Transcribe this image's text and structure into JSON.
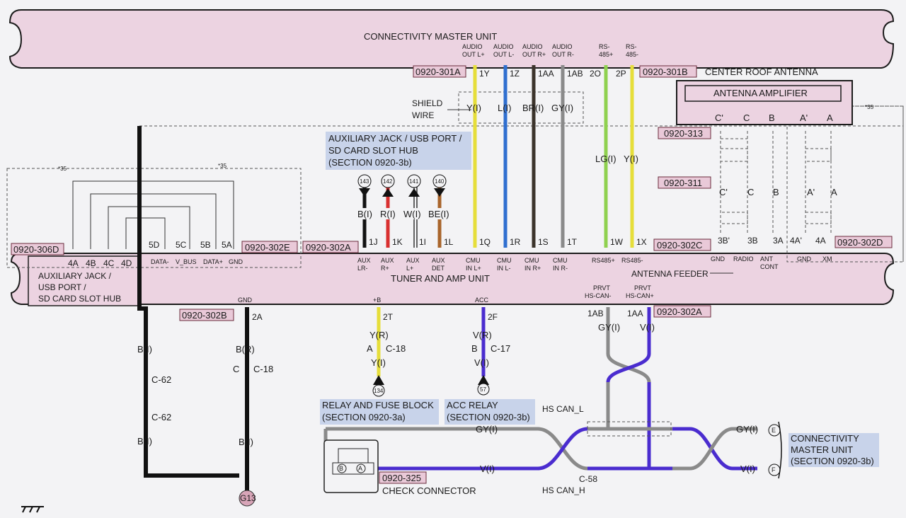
{
  "units": {
    "cmu_title": "CONNECTIVITY MASTER UNIT",
    "tuner_title": "TUNER AND AMP UNIT",
    "aux_unit_title": [
      "AUXILIARY JACK /",
      "USB PORT /",
      "SD CARD SLOT HUB"
    ],
    "center_roof_antenna": "CENTER ROOF ANTENNA",
    "antenna_amplifier": "ANTENNA AMPLIFIER",
    "antenna_feeder": "ANTENNA FEEDER",
    "shield_wire": [
      "SHIELD",
      "WIRE"
    ],
    "check_connector": "CHECK CONNECTOR"
  },
  "connectors": {
    "c301A": "0920-301A",
    "c301B": "0920-301B",
    "c302A_top": "0920-302A",
    "c302A_bottom": "0920-302A",
    "c302B": "0920-302B",
    "c302C": "0920-302C",
    "c302D": "0920-302D",
    "c302E": "0920-302E",
    "c306D": "0920-306D",
    "c313": "0920-313",
    "c311": "0920-311",
    "c325": "0920-325"
  },
  "cmu_pin_labels": [
    [
      "AUDIO",
      "OUT L+"
    ],
    [
      "AUDIO",
      "OUT L-"
    ],
    [
      "AUDIO",
      "OUT R+"
    ],
    [
      "AUDIO",
      "OUT R-"
    ],
    [
      "RS-",
      "485+"
    ],
    [
      "RS-",
      "485-"
    ]
  ],
  "cmu_pins": [
    "1Y",
    "1Z",
    "1AA",
    "1AB",
    "2O",
    "2P"
  ],
  "cmu_wire_colors": [
    "Y(I)",
    "L(I)",
    "BR(I)",
    "GY(I)",
    "LG(I)",
    "Y(I)"
  ],
  "tuner_pins": [
    "1Q",
    "1R",
    "1S",
    "1T",
    "1W",
    "1X"
  ],
  "tuner_pin_labels": [
    [
      "CMU",
      "IN L+"
    ],
    [
      "CMU",
      "IN L-"
    ],
    [
      "CMU",
      "IN R+"
    ],
    [
      "CMU",
      "IN R-"
    ],
    [
      "RS485+",
      ""
    ],
    [
      "RS485-",
      ""
    ]
  ],
  "aux_reference": [
    "AUXILIARY JACK / USB PORT /",
    "SD CARD SLOT HUB",
    "(SECTION 0920-3b)"
  ],
  "aux_circles": [
    "143",
    "142",
    "141",
    "140"
  ],
  "aux_wire_colors": [
    "B(I)",
    "R(I)",
    "W(I)",
    "BE(I)"
  ],
  "aux_pins": [
    "1J",
    "1K",
    "1I",
    "1L"
  ],
  "aux_pin_labels": [
    [
      "AUX",
      "LR-"
    ],
    [
      "AUX",
      "R+"
    ],
    [
      "AUX",
      "L+"
    ],
    [
      "AUX",
      "DET"
    ]
  ],
  "hub_pins_left": [
    "4A",
    "4B",
    "4C",
    "4D"
  ],
  "hub_pins_right": [
    "5D",
    "5C",
    "5B",
    "5A"
  ],
  "hub_pin_labels": [
    "DATA-",
    "V_BUS",
    "DATA+",
    "GND"
  ],
  "shield_marks": [
    "*35",
    "*35",
    "*35"
  ],
  "antenna": {
    "amp_pins": [
      "C'",
      "C",
      "B",
      "A'",
      "A"
    ],
    "mid_pins": [
      "C'",
      "C",
      "B",
      "A'",
      "A"
    ],
    "tuner_pins": [
      "3B'",
      "3B",
      "3A",
      "4A'",
      "4A"
    ],
    "tuner_pin_labels": [
      [
        "GND",
        ""
      ],
      [
        "RADIO",
        ""
      ],
      [
        "ANT",
        "CONT"
      ],
      [
        "GND",
        ""
      ],
      [
        "XM",
        ""
      ]
    ]
  },
  "ground_path": {
    "gnd_label": "GND",
    "pin": "2A",
    "wire_top": "B(R)",
    "connector_c": "C",
    "connector_id": "C-18",
    "wire_bottom": "B(I)",
    "ground_id": "G13",
    "left_wire_top": "B(I)",
    "left_conn_1": "C-62",
    "left_conn_2": "C-62",
    "left_wire_bottom": "B(I)"
  },
  "plusb": {
    "label": "+B",
    "pin": "2T",
    "wire1": "Y(R)",
    "conn_letter": "A",
    "conn_id": "C-18",
    "wire2": "Y(I)",
    "circle": "134",
    "ref": [
      "RELAY AND FUSE BLOCK",
      "(SECTION 0920-3a)"
    ]
  },
  "acc": {
    "label": "ACC",
    "pin": "2F",
    "wire1": "V(R)",
    "conn_letter": "B",
    "conn_id": "C-17",
    "wire2": "V(I)",
    "circle": "57",
    "ref": [
      "ACC RELAY",
      "(SECTION 0920-3b)"
    ]
  },
  "can": {
    "prvt_l": [
      "PRVT",
      "HS-CAN-"
    ],
    "prvt_h": [
      "PRVT",
      "HS-CAN+"
    ],
    "pin_l": "1AB",
    "pin_h": "1AA",
    "wire_l": "GY(I)",
    "wire_h": "V(I)",
    "hs_can_l": "HS CAN_L",
    "hs_can_h": "HS CAN_H",
    "c58": "C-58",
    "wire_gy": "GY(I)",
    "wire_v": "V(I)",
    "right_gy": "GY(I)",
    "right_v": "V(I)",
    "term_e": "E",
    "term_f": "F",
    "check_b": "B",
    "check_a": "A",
    "cmu_ref": [
      "CONNECTIVITY",
      "MASTER UNIT",
      "(SECTION 0920-3b)"
    ]
  },
  "colors": {
    "unit_fill": "#ecd3e1",
    "tag_fill": "#e9c9d8",
    "highlight": "#c8d3ea",
    "yellow": "#e6de3a",
    "blue": "#2f6fd0",
    "brown": "#3b332b",
    "gray": "#8a8a8a",
    "lightgreen": "#8fd14f",
    "violet": "#4a2ccf",
    "red": "#d93030",
    "beige": "#a9652c",
    "black": "#111111"
  }
}
